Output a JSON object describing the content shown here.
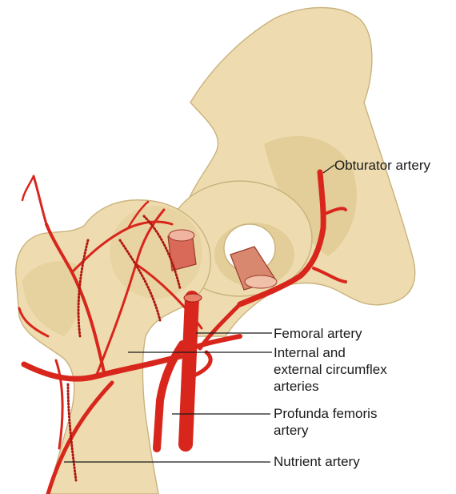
{
  "labels": {
    "obturator": "Obturator artery",
    "femoral": "Femoral artery",
    "circumflex_1": "Internal and",
    "circumflex_2": "external circumflex",
    "circumflex_3": "arteries",
    "profunda_1": "Profunda femoris",
    "profunda_2": "artery",
    "nutrient": "Nutrient artery"
  },
  "colors": {
    "bone": "#eedcb0",
    "artery": "#d8261c",
    "text": "#1a1a1a"
  }
}
